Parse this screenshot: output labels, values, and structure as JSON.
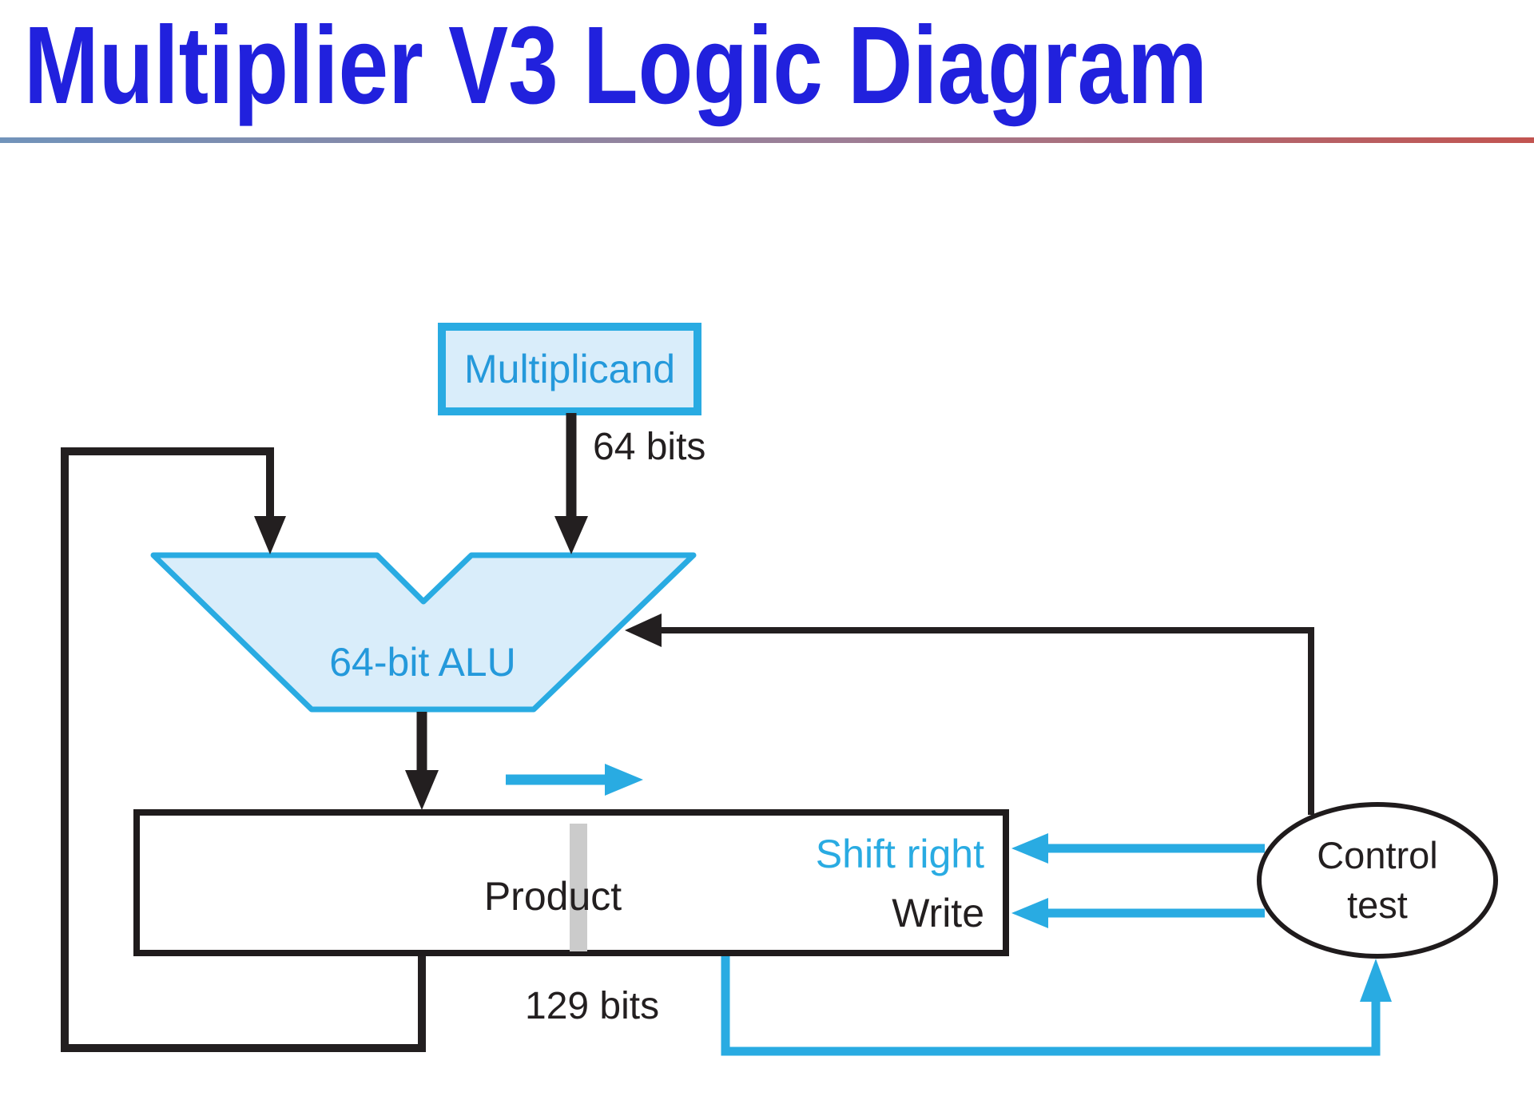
{
  "title": "Multiplier V3 Logic Diagram",
  "colors": {
    "title_blue": "#2121DD",
    "divider_left": "#7193BA",
    "divider_right": "#C25450",
    "accent_cyan": "#29ABE2",
    "shape_fill_light_blue": "#D9EDFA",
    "shape_label_blue": "#2499DB",
    "line_black": "#231F20",
    "bit_split_gray": "#CBCBCB"
  },
  "diagram": {
    "multiplicand_label": "Multiplicand",
    "multiplicand_width": "64 bits",
    "alu_label": "64-bit ALU",
    "product_label": "Product",
    "product_width": "129 bits",
    "shift_right_label": "Shift right",
    "write_label": "Write",
    "control_line1": "Control",
    "control_line2": "test"
  }
}
